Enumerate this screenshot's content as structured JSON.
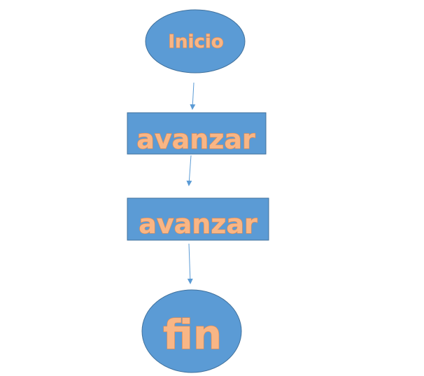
{
  "nodes": {
    "start": {
      "label": "Inicio",
      "shape": "ellipse"
    },
    "step1": {
      "label": "avanzar",
      "shape": "rectangle"
    },
    "step2": {
      "label": "avanzar",
      "shape": "rectangle"
    },
    "end": {
      "label": "fin",
      "shape": "ellipse"
    }
  },
  "edges": [
    {
      "from": "start",
      "to": "step1"
    },
    {
      "from": "step1",
      "to": "step2"
    },
    {
      "from": "step2",
      "to": "end"
    }
  ],
  "colors": {
    "node_fill": "#5b9bd5",
    "node_stroke": "#41719c",
    "label_fill": "#f8b686",
    "label_stroke": "#ef8a45",
    "arrow": "#5b9bd5"
  }
}
